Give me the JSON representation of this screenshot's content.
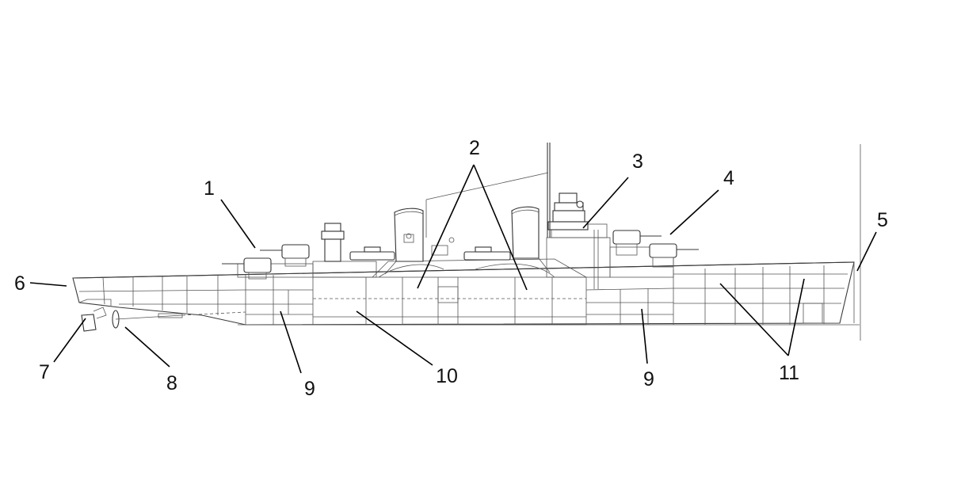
{
  "labels": [
    "1",
    "2",
    "3",
    "4",
    "5",
    "6",
    "7",
    "8",
    "9",
    "10",
    "9",
    "11"
  ]
}
